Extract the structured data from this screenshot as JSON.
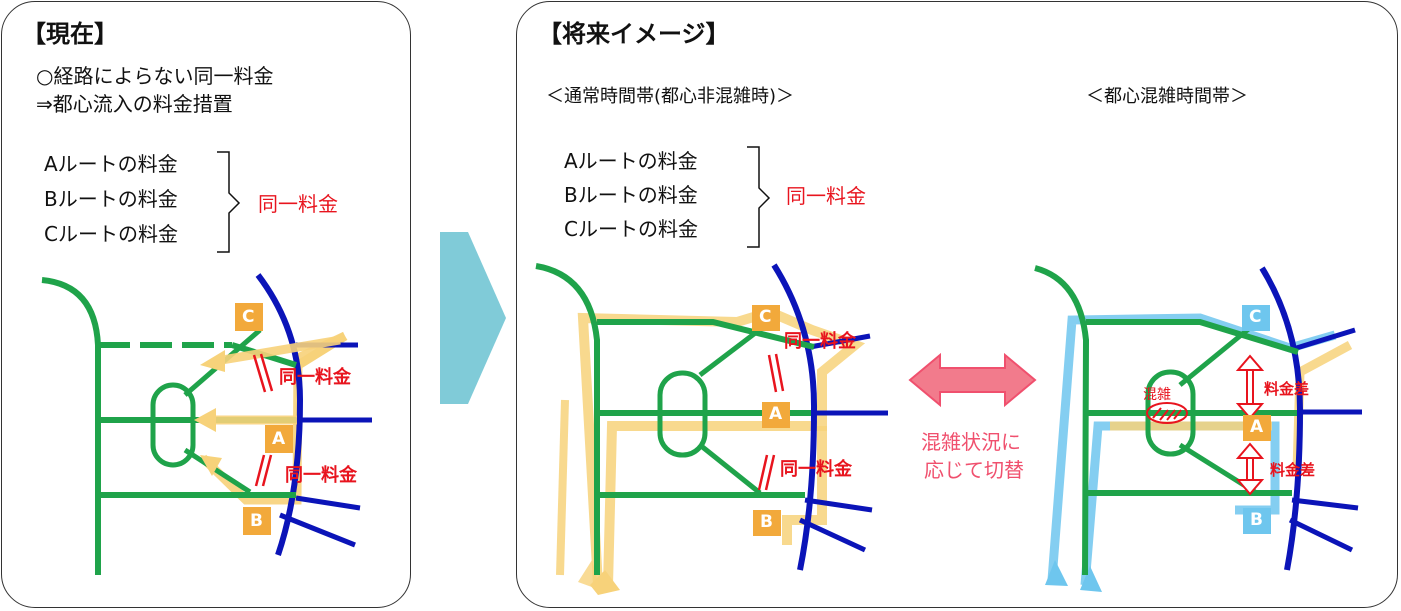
{
  "colors": {
    "green": "#1fa34a",
    "blue": "#0b14b8",
    "yellow": "#f7d27a",
    "light_blue": "#6ec6ee",
    "orange_box": "#f2a93b",
    "red": "#e8141e",
    "arrow_pink": "#f27b8c",
    "big_arrow": "#79c8d6"
  },
  "current": {
    "title": "【現在】",
    "bullet1": "○経路によらない同一料金",
    "bullet2": "⇒都心流入の料金措置",
    "routes": [
      "Aルートの料金",
      "Bルートの料金",
      "Cルートの料金"
    ],
    "same_fee": "同一料金",
    "map_label_1": "同一料金",
    "map_label_2": "同一料金",
    "boxes": [
      "C",
      "A",
      "B"
    ]
  },
  "future": {
    "title": "【将来イメージ】",
    "normal_heading": "＜通常時間帯(都心非混雑時)＞",
    "congested_heading": "＜都心混雑時間帯＞",
    "routes": [
      "Aルートの料金",
      "Bルートの料金",
      "Cルートの料金"
    ],
    "same_fee": "同一料金",
    "map_label_1": "同一料金",
    "map_label_2": "同一料金",
    "switch_line1": "混雑状況に",
    "switch_line2": "応じて切替",
    "congestion": "混雑",
    "diff_1": "料金差",
    "diff_2": "料金差",
    "boxes_normal": [
      "C",
      "A",
      "B"
    ],
    "boxes_congested": [
      "C",
      "A",
      "B"
    ]
  }
}
